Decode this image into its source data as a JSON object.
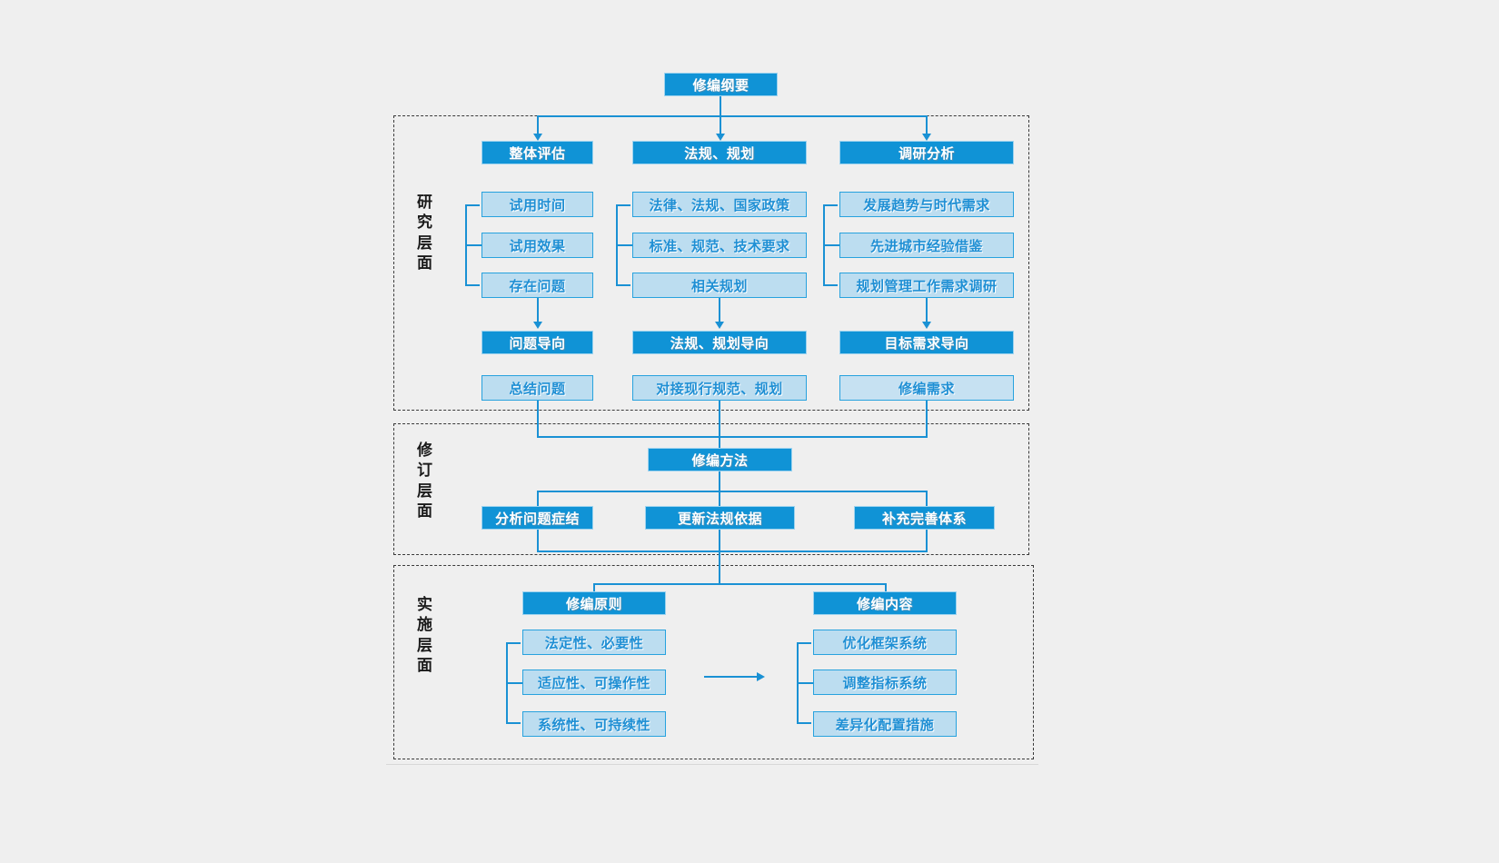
{
  "diagram": {
    "title": "修编纲要",
    "root": {
      "label": "修编纲要"
    },
    "layers": [
      {
        "id": "research",
        "label": "研究层面"
      },
      {
        "id": "revision",
        "label": "修订层面"
      },
      {
        "id": "implement",
        "label": "实施层面"
      }
    ],
    "research": {
      "columns": [
        {
          "head": "整体评估",
          "items": [
            "试用时间",
            "试用效果",
            "存在问题"
          ],
          "orientation": "问题导向",
          "outcome": "总结问题"
        },
        {
          "head": "法规、规划",
          "items": [
            "法律、法规、国家政策",
            "标准、规范、技术要求",
            "相关规划"
          ],
          "orientation": "法规、规划导向",
          "outcome": "对接现行规范、规划"
        },
        {
          "head": "调研分析",
          "items": [
            "发展趋势与时代需求",
            "先进城市经验借鉴",
            "规划管理工作需求调研"
          ],
          "orientation": "目标需求导向",
          "outcome": "修编需求"
        }
      ]
    },
    "revision": {
      "head": "修编方法",
      "items": [
        "分析问题症结",
        "更新法规依据",
        "补充完善体系"
      ]
    },
    "implement": {
      "groups": [
        {
          "head": "修编原则",
          "items": [
            "法定性、必要性",
            "适应性、可操作性",
            "系统性、可持续性"
          ]
        },
        {
          "head": "修编内容",
          "items": [
            "优化框架系统",
            "调整指标系统",
            "差异化配置措施"
          ]
        }
      ],
      "link_icon": "arrow-right-icon"
    },
    "colors": {
      "primary": "#1093d6",
      "secondary_fill": "#bcddf0",
      "stroke": "#27a2de",
      "connector": "#1a91d4",
      "panel_border": "#3a3a3a",
      "background": "#efefef"
    }
  }
}
